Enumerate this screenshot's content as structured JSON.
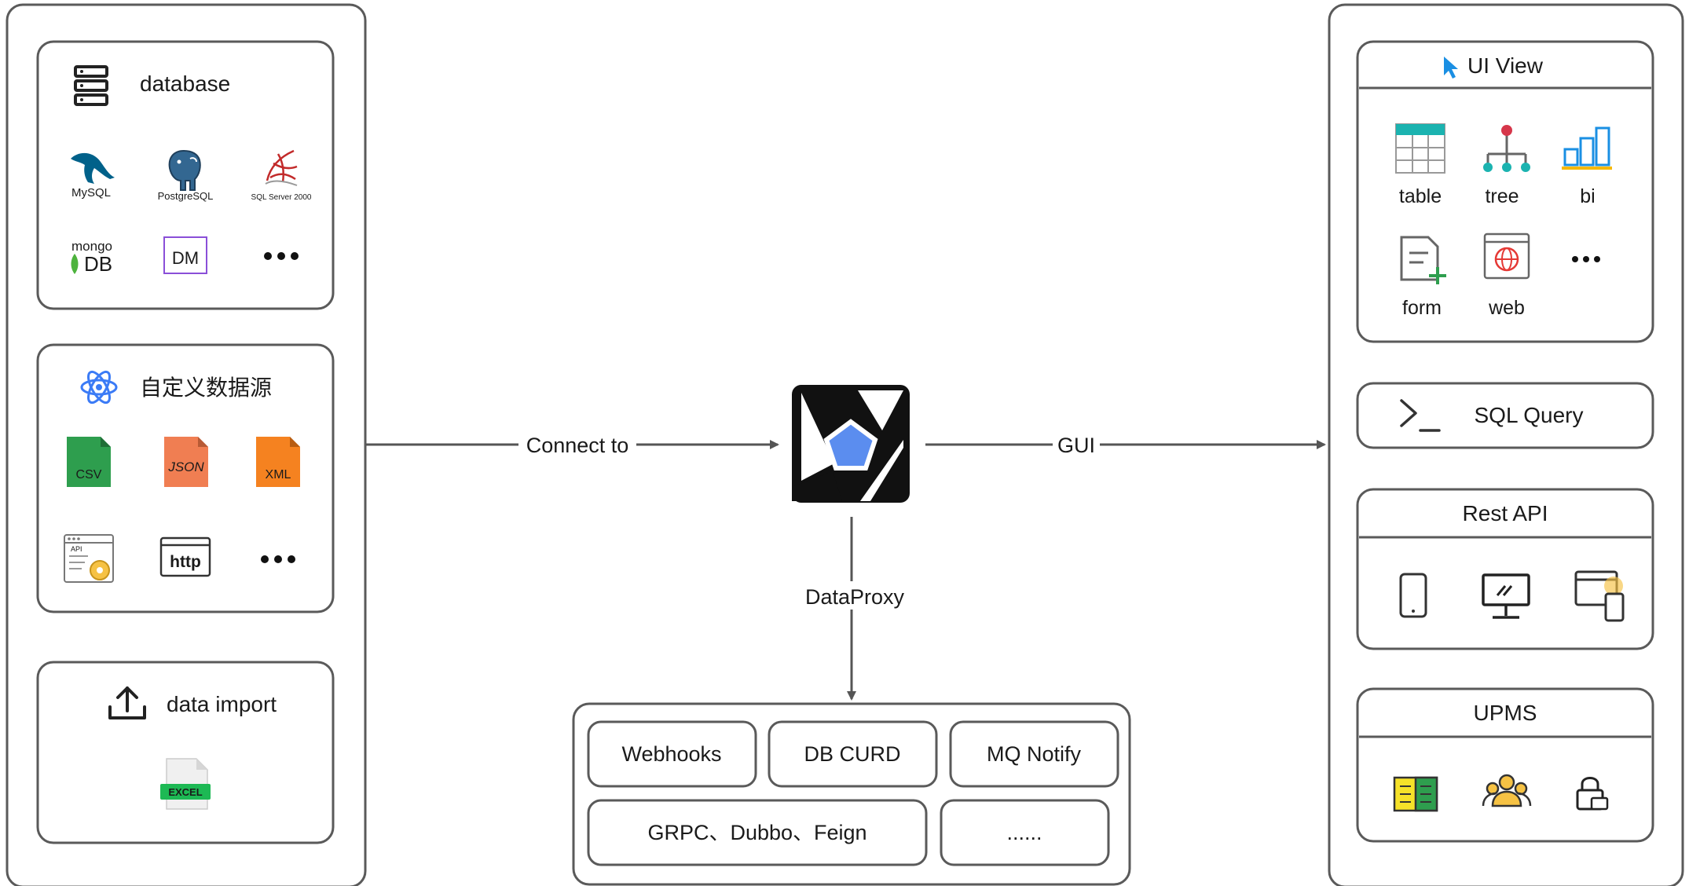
{
  "left_panel": {
    "database": {
      "title": "database",
      "items": [
        {
          "name": "MySQL",
          "icon": "mysql-dolphin-icon",
          "color": "#00618A"
        },
        {
          "name": "PostgreSQL",
          "icon": "postgresql-elephant-icon",
          "color": "#336791"
        },
        {
          "name": "SQL Server 2000",
          "icon": "sql-server-icon",
          "color": "#C22A2A"
        },
        {
          "name_top": "mongo",
          "name_bottom": "DB",
          "icon": "mongodb-leaf-icon",
          "color": "#4DB33D"
        },
        {
          "name": "DM",
          "icon": "dm-database-icon",
          "color": "#E0B400"
        },
        {
          "name": "•••",
          "icon": "more-dots-icon"
        }
      ]
    },
    "custom_source": {
      "title": "自定义数据源",
      "items": [
        {
          "name": "CSV",
          "icon": "csv-file-icon",
          "color": "#2E9E4E"
        },
        {
          "name": "JSON",
          "icon": "json-file-icon",
          "color": "#F07E52"
        },
        {
          "name": "XML",
          "icon": "xml-file-icon",
          "color": "#F58220"
        },
        {
          "name": "API",
          "icon": "api-settings-icon"
        },
        {
          "name": "http",
          "icon": "http-icon",
          "color": "#E53935"
        },
        {
          "name": "•••",
          "icon": "more-dots-icon"
        }
      ]
    },
    "data_import": {
      "title": "data import",
      "file_label": "EXCEL",
      "icons": [
        "upload-icon",
        "excel-file-icon"
      ]
    }
  },
  "center": {
    "logo_icon": "dataproxy-pentagon-logo-icon",
    "logo_colors": {
      "dark": "#111111",
      "accent": "#5B8DEF"
    },
    "edge_left_label": "Connect to",
    "edge_right_label": "GUI",
    "edge_down_label": "DataProxy",
    "outputs": [
      "Webhooks",
      "DB CURD",
      "MQ Notify",
      "GRPC、Dubbo、Feign",
      "......"
    ]
  },
  "right_panel": {
    "ui_view": {
      "title": "UI View",
      "title_icon": "cursor-pointer-icon",
      "items": [
        {
          "label": "table",
          "icon": "table-icon"
        },
        {
          "label": "tree",
          "icon": "tree-icon"
        },
        {
          "label": "bi",
          "icon": "bar-chart-icon"
        },
        {
          "label": "form",
          "icon": "form-icon"
        },
        {
          "label": "web",
          "icon": "web-icon"
        },
        {
          "label": "•••",
          "icon": "more-dots-icon"
        }
      ]
    },
    "sql_query": {
      "title": "SQL Query",
      "icon": "terminal-prompt-icon"
    },
    "rest_api": {
      "title": "Rest API",
      "icons": [
        "mobile-phone-icon",
        "desktop-monitor-icon",
        "multi-device-icon"
      ]
    },
    "upms": {
      "title": "UPMS",
      "icons": [
        "user-book-icon",
        "user-group-icon",
        "lock-icon"
      ]
    }
  },
  "colors": {
    "stroke": "#5a5a5a",
    "arrow": "#555555",
    "accent_blue": "#1A8FE3",
    "table_teal": "#1BB3B0",
    "tree_red": "#D6364A",
    "excel_green": "#1DB954"
  }
}
